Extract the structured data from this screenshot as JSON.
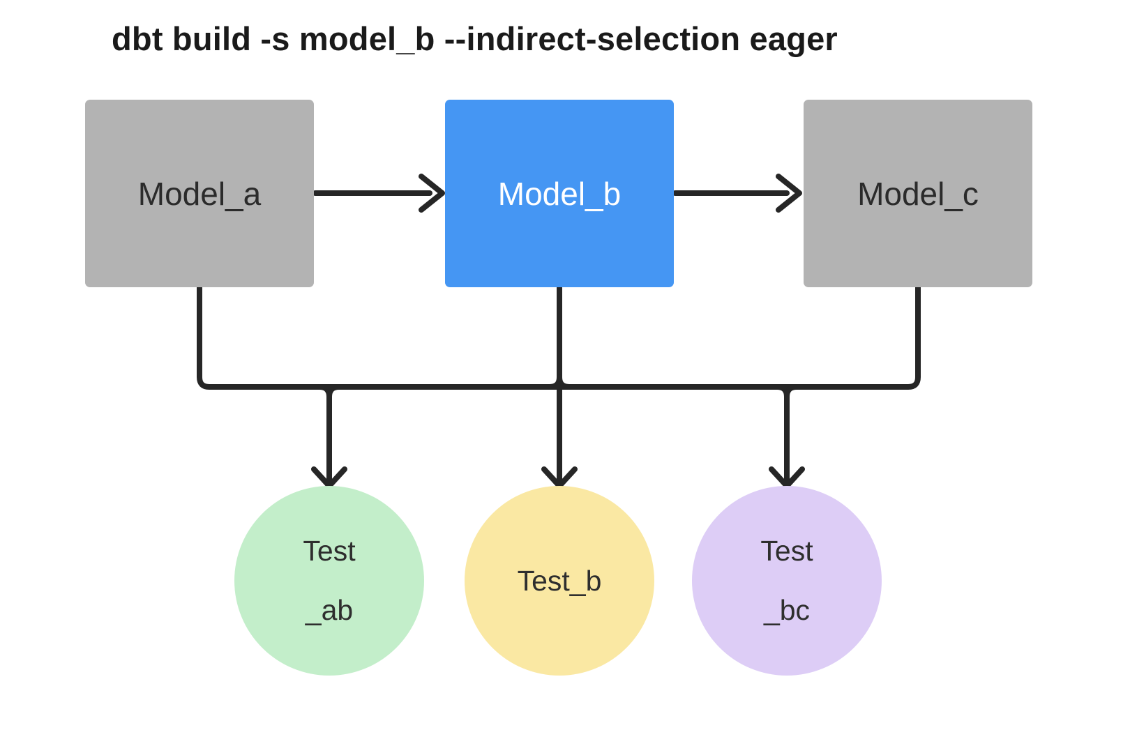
{
  "title": {
    "text": "dbt build -s model_b --indirect-selection eager",
    "color": "#1a1a1a"
  },
  "colors": {
    "line": "#262626"
  },
  "nodes": {
    "model_a": {
      "label": "Model_a",
      "fill": "#b3b3b3",
      "text_color": "#2b2b2b"
    },
    "model_b": {
      "label": "Model_b",
      "fill": "#4596f3",
      "text_color": "#ffffff"
    },
    "model_c": {
      "label": "Model_c",
      "fill": "#b3b3b3",
      "text_color": "#2b2b2b"
    }
  },
  "tests": {
    "test_ab": {
      "line1": "Test",
      "line2": "_ab",
      "fill": "#c3eeca",
      "text_color": "#2e2e2e"
    },
    "test_b": {
      "line1": "Test_b",
      "line2": "",
      "fill": "#fae8a3",
      "text_color": "#2e2e2e"
    },
    "test_bc": {
      "line1": "Test",
      "line2": "_bc",
      "fill": "#ddcdf6",
      "text_color": "#2e2e2e"
    }
  }
}
